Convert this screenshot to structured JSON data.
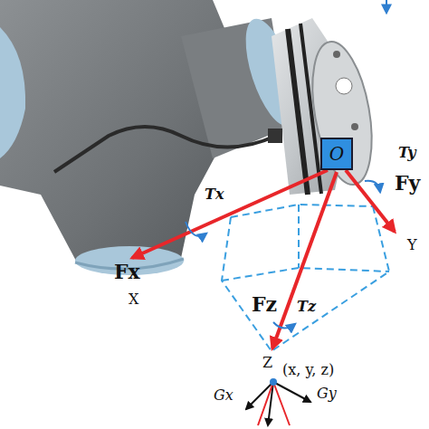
{
  "diagram": {
    "nodes": [
      {
        "text": [
          "O"
        ]
      }
    ],
    "labels": [
      "Tx",
      "Fx",
      "X",
      "Ty",
      "Fy",
      "Y",
      "Tz",
      "Fz",
      "Z",
      "(x, y, z)",
      "Gx",
      "Gy"
    ]
  }
}
